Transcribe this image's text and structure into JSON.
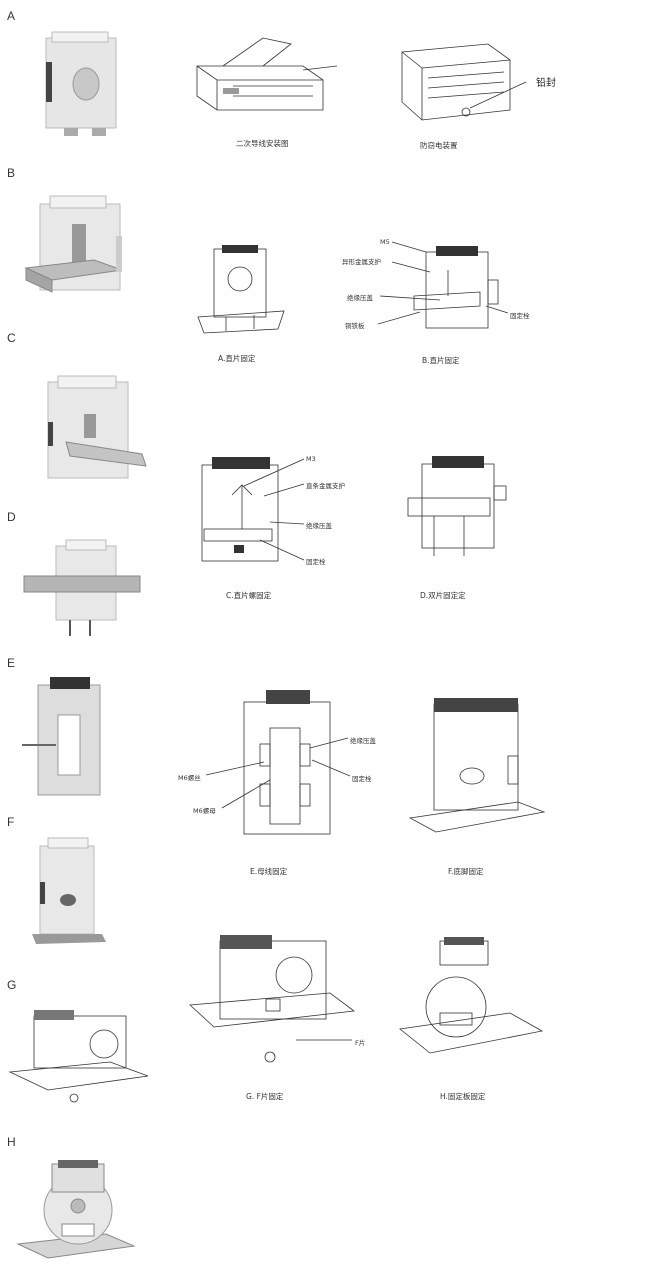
{
  "sections": [
    "A",
    "B",
    "C",
    "D",
    "E",
    "F",
    "G",
    "H"
  ],
  "captions": {
    "a1": "二次导线安装图",
    "a2": "防窃电装置",
    "b": "A.直片固定",
    "b2": "B.直片固定",
    "cd1": "C.直片螺固定",
    "cd2": "D.双片固定定",
    "e1": "E.母线固定",
    "e2": "F.底脚固定",
    "g1": "G. F片固定",
    "g2": "H.固定板固定"
  },
  "callouts": {
    "lead_seal": "铅封",
    "m5": "M5",
    "special_clamp": "异形金属支护",
    "insulation_pad": "绝缘压盖",
    "fix_plate": "铜铁板",
    "fix_bar": "固定栓",
    "m3": "M3",
    "metal_support": "直条金属支护",
    "insul_pad2": "绝缘压盖",
    "fix_bar2": "固定栓",
    "busbar_pad": "绝缘压盖",
    "fix_screw": "固定栓",
    "m6_bolt": "M6螺丝",
    "m6_nut": "M6螺母",
    "f_piece": "F片"
  }
}
